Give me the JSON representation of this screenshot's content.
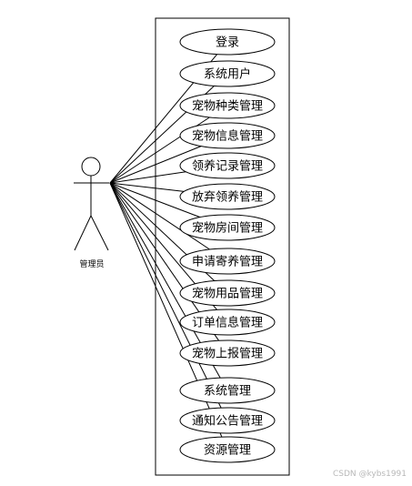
{
  "actor": {
    "label": "管理员"
  },
  "use_cases": [
    {
      "label": "登录"
    },
    {
      "label": "系统用户"
    },
    {
      "label": "宠物种类管理"
    },
    {
      "label": "宠物信息管理"
    },
    {
      "label": "领养记录管理"
    },
    {
      "label": "放弃领养管理"
    },
    {
      "label": "宠物房间管理"
    },
    {
      "label": "申请寄养管理"
    },
    {
      "label": "宠物用品管理"
    },
    {
      "label": "订单信息管理"
    },
    {
      "label": "宠物上报管理"
    },
    {
      "label": "系统管理"
    },
    {
      "label": "通知公告管理"
    },
    {
      "label": "资源管理"
    }
  ],
  "watermark": "CSDN @kybs1991",
  "colors": {
    "stroke": "#000000",
    "background": "#ffffff",
    "watermark": "#b8b8b8"
  }
}
